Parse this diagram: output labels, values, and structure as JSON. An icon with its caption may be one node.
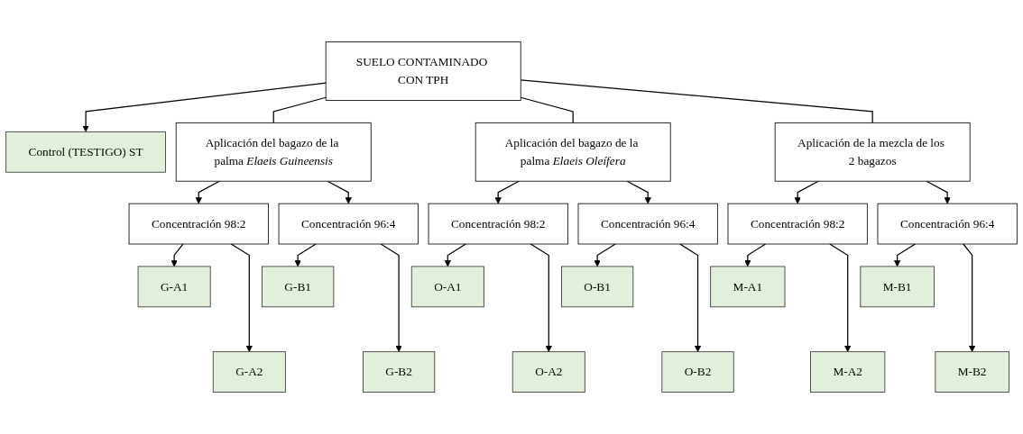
{
  "diagram": {
    "nodes": [
      {
        "text": [
          "SUELO CONTAMINADO CON TPH"
        ]
      },
      {
        "text": [
          "Control (TESTIGO) ST"
        ]
      },
      {
        "text": [
          "Aplicación del bagazo de la palma *Elaeis Guineensis*"
        ]
      },
      {
        "text": [
          "Aplicación del bagazo de la palma *Elaeis Oleífera*"
        ]
      },
      {
        "text": [
          "Aplicación de la mezcla de los 2 bagazos"
        ]
      },
      {
        "text": [
          "Concentración 98:2"
        ]
      },
      {
        "text": [
          "Concentración 96:4"
        ]
      },
      {
        "text": [
          "Concentración 98:2"
        ]
      },
      {
        "text": [
          "Concentración 96:4"
        ]
      },
      {
        "text": [
          "Concentración 98:2"
        ]
      },
      {
        "text": [
          "Concentración 96:4"
        ]
      },
      {
        "text": [
          "G-A1"
        ]
      },
      {
        "text": [
          "G-B1"
        ]
      },
      {
        "text": [
          "O-A1"
        ]
      },
      {
        "text": [
          "O-B1"
        ]
      },
      {
        "text": [
          "M-A1"
        ]
      },
      {
        "text": [
          "M-B1"
        ]
      },
      {
        "text": [
          "G-A2"
        ]
      },
      {
        "text": [
          "G-B2"
        ]
      },
      {
        "text": [
          "O-A2"
        ]
      },
      {
        "text": [
          "O-B2"
        ]
      },
      {
        "text": [
          "M-A2"
        ]
      },
      {
        "text": [
          "M-B2"
        ]
      }
    ],
    "edges": [
      {
        "from": 0,
        "to": 1,
        "arrow": "to"
      },
      {
        "from": 0,
        "to": 2,
        "arrow": "none"
      },
      {
        "from": 0,
        "to": 3,
        "arrow": "none"
      },
      {
        "from": 0,
        "to": 4,
        "arrow": "none"
      },
      {
        "from": 2,
        "to": 5,
        "arrow": "to"
      },
      {
        "from": 2,
        "to": 6,
        "arrow": "to"
      },
      {
        "from": 3,
        "to": 7,
        "arrow": "to"
      },
      {
        "from": 3,
        "to": 8,
        "arrow": "to"
      },
      {
        "from": 4,
        "to": 9,
        "arrow": "to"
      },
      {
        "from": 4,
        "to": 10,
        "arrow": "to"
      },
      {
        "from": 5,
        "to": 11,
        "arrow": "to"
      },
      {
        "from": 5,
        "to": 17,
        "arrow": "to"
      },
      {
        "from": 6,
        "to": 12,
        "arrow": "to"
      },
      {
        "from": 6,
        "to": 18,
        "arrow": "to"
      },
      {
        "from": 7,
        "to": 13,
        "arrow": "to"
      },
      {
        "from": 7,
        "to": 19,
        "arrow": "to"
      },
      {
        "from": 8,
        "to": 14,
        "arrow": "to"
      },
      {
        "from": 8,
        "to": 20,
        "arrow": "to"
      },
      {
        "from": 9,
        "to": 15,
        "arrow": "to"
      },
      {
        "from": 9,
        "to": 21,
        "arrow": "to"
      },
      {
        "from": 10,
        "to": 16,
        "arrow": "to"
      },
      {
        "from": 10,
        "to": 22,
        "arrow": "to"
      }
    ]
  }
}
